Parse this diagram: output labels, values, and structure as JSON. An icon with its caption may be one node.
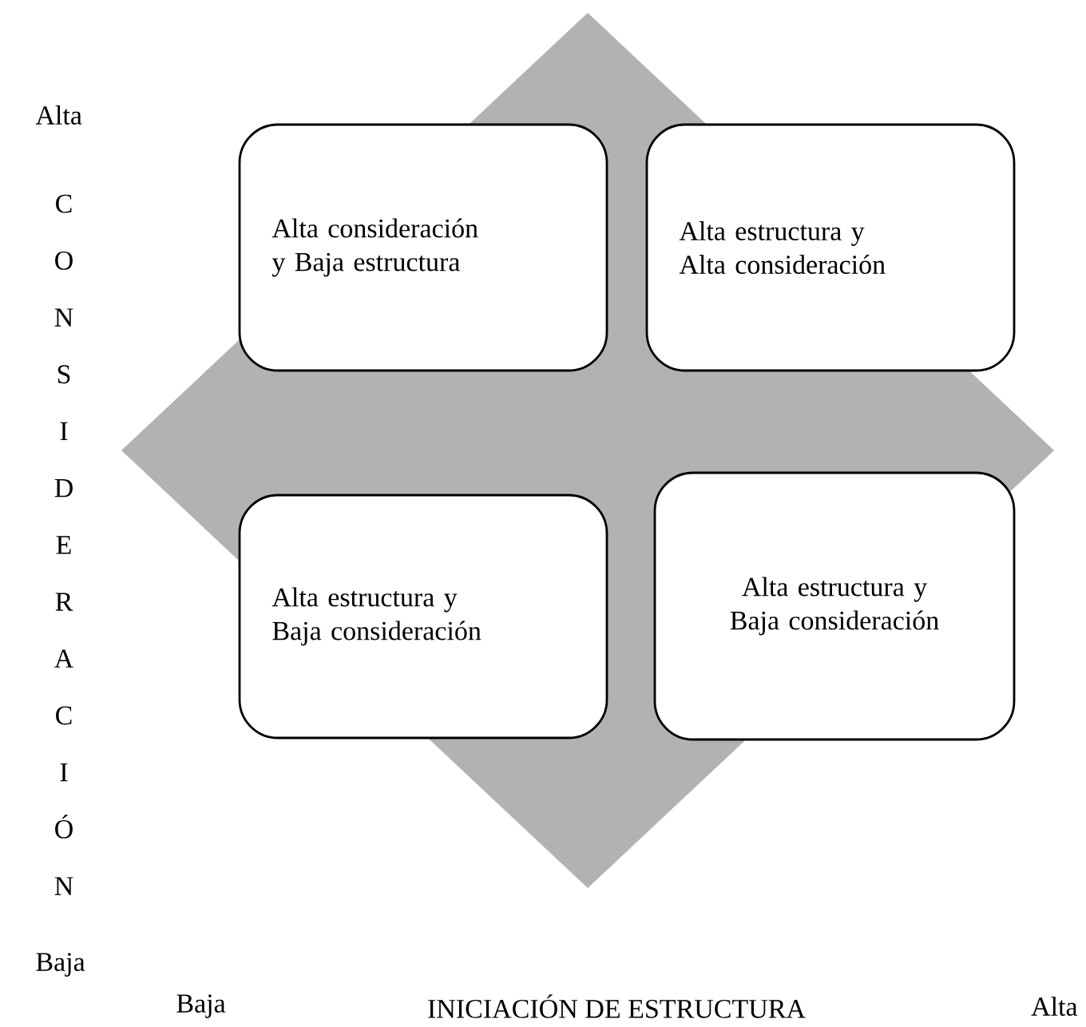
{
  "diagram": {
    "nodes": [
      {
        "text": [
          "Alta consideración y Baja estructura"
        ]
      },
      {
        "text": [
          "Alta estructura y Alta consideración"
        ]
      },
      {
        "text": [
          "Alta estructura y Baja consideración"
        ]
      },
      {
        "text": [
          "Alta estructura y Baja consideración"
        ]
      }
    ],
    "labels": [
      "Alta",
      "CONSIDERACIÓN",
      "Baja",
      "Baja",
      "INICIACIÓN DE ESTRUCTURA",
      "Alta"
    ]
  }
}
